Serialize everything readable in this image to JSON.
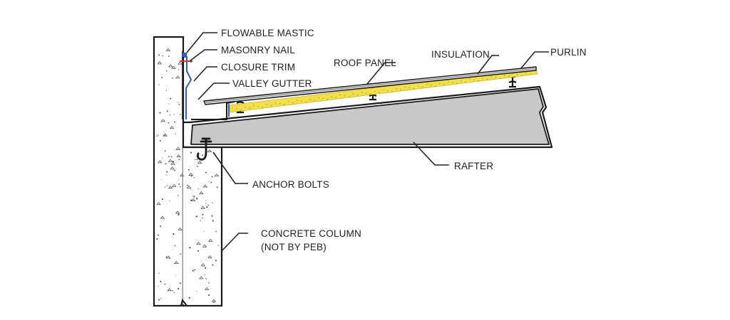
{
  "diagram": {
    "labels": {
      "flowable_mastic": "FLOWABLE MASTIC",
      "masonry_nail": "MASONRY NAIL",
      "closure_trim": "CLOSURE TRIM",
      "valley_gutter": "VALLEY GUTTER",
      "roof_panel": "ROOF PANEL",
      "insulation": "INSULATION",
      "purlin": "PURLIN",
      "rafter": "RAFTER",
      "anchor_bolts": "ANCHOR BOLTS",
      "concrete_column_line1": "CONCRETE COLUMN",
      "concrete_column_line2": "(NOT BY PEB)"
    },
    "colors": {
      "rafter_fill": "#c8c8c8",
      "insulation_fill": "#f2e04a",
      "roof_panel_fill": "#d9d9d9",
      "closure_trim": "#2f5fc4",
      "masonry_nail": "#d62828",
      "concrete_dots": "#555555"
    }
  }
}
